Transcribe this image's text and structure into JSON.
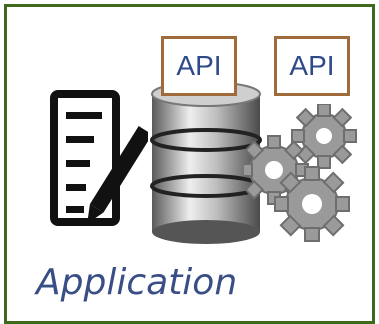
{
  "diagram": {
    "api_boxes": [
      "API",
      "API"
    ],
    "caption": "Application"
  },
  "icons": [
    "document-pencil-icon",
    "database-icon",
    "gears-icon"
  ],
  "colors": {
    "frame_border": "#3f6a1e",
    "api_border": "#a06a3a",
    "text_blue": "#3a4e86"
  }
}
